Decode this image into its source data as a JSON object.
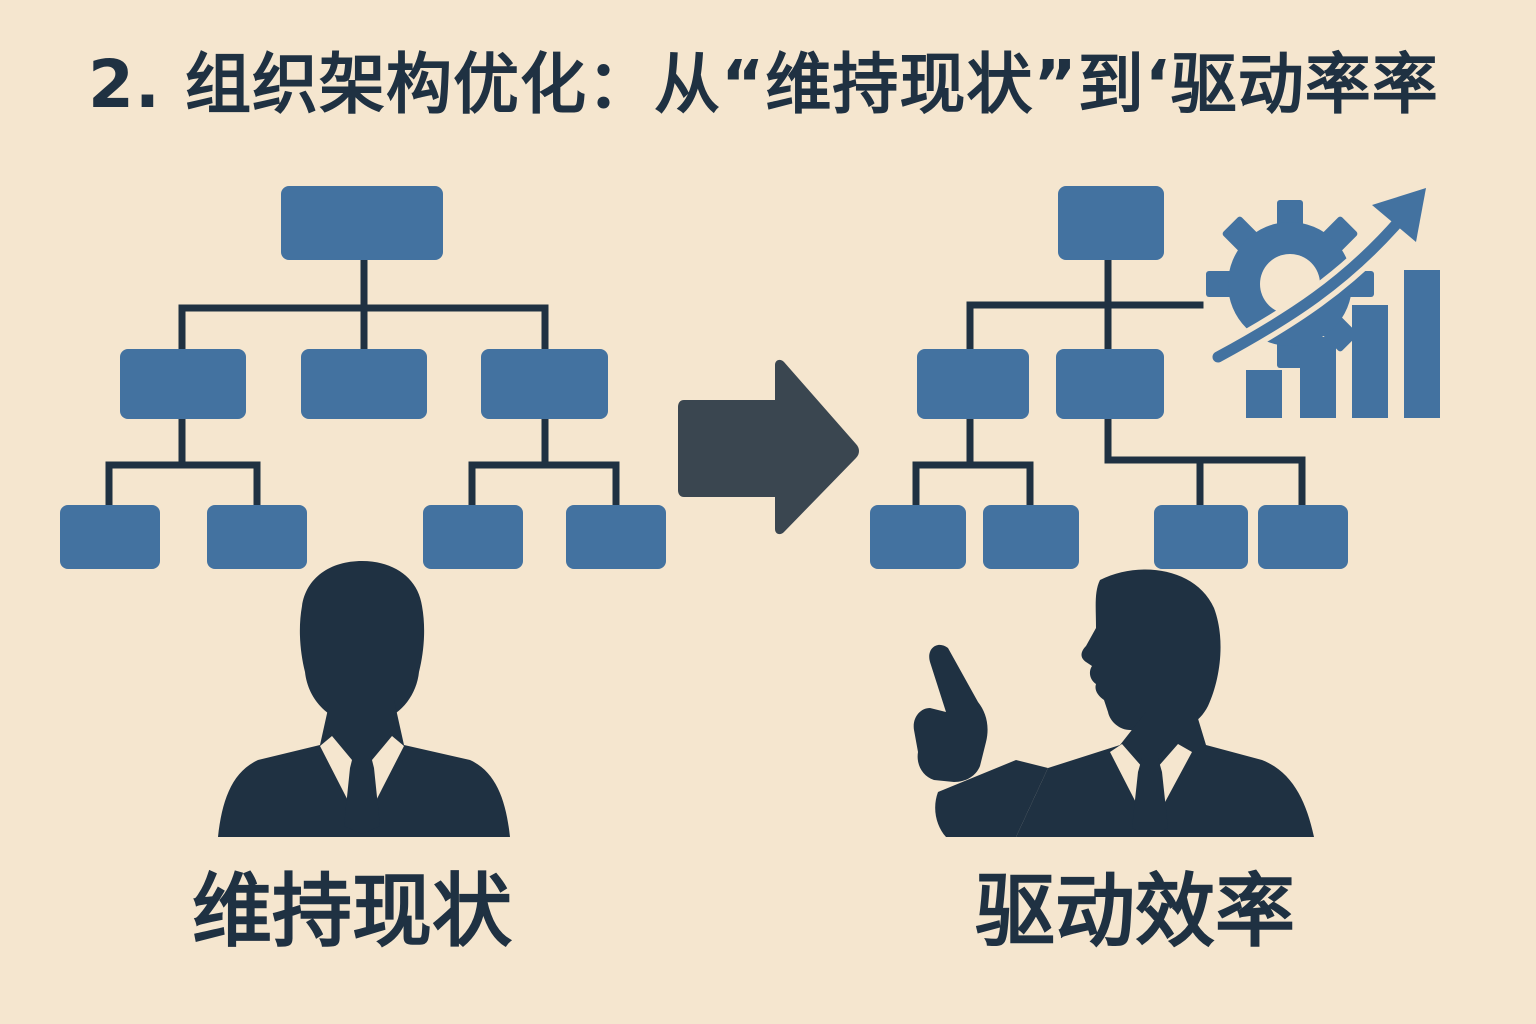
{
  "title": "2. 组织架构优化：从“维持现状”到‘驱动率率",
  "left": {
    "label": "维持现状"
  },
  "right": {
    "label": "驱动效率"
  },
  "colors": {
    "background": "#f5e6cf",
    "box": "#4372a0",
    "line": "#1f3142",
    "silhouette": "#1f3142",
    "arrow": "#3a4650",
    "accent": "#4372a0"
  },
  "icons": [
    "org-chart-icon",
    "person-silhouette-icon",
    "right-arrow-icon",
    "gear-icon",
    "growth-arrow-icon",
    "bar-chart-icon",
    "pointing-hand-icon"
  ]
}
